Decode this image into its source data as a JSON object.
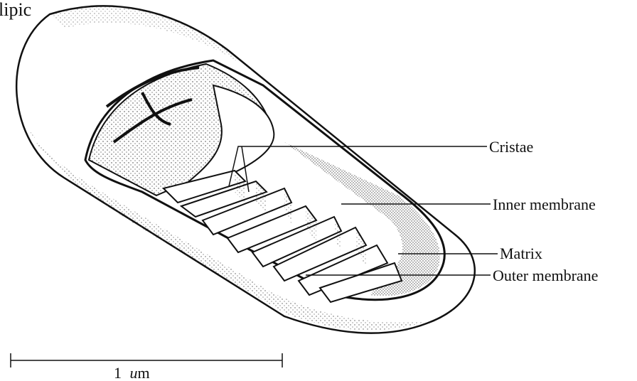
{
  "corner_fragment": "lipic",
  "labels": {
    "cristae": "Cristae",
    "inner_membrane": "Inner membrane",
    "matrix": "Matrix",
    "outer_membrane": "Outer membrane"
  },
  "scale_bar": {
    "number": "1",
    "unit": "um"
  },
  "colors": {
    "ink": "#111111",
    "background": "#ffffff",
    "stipple": "#3a3a3a"
  }
}
